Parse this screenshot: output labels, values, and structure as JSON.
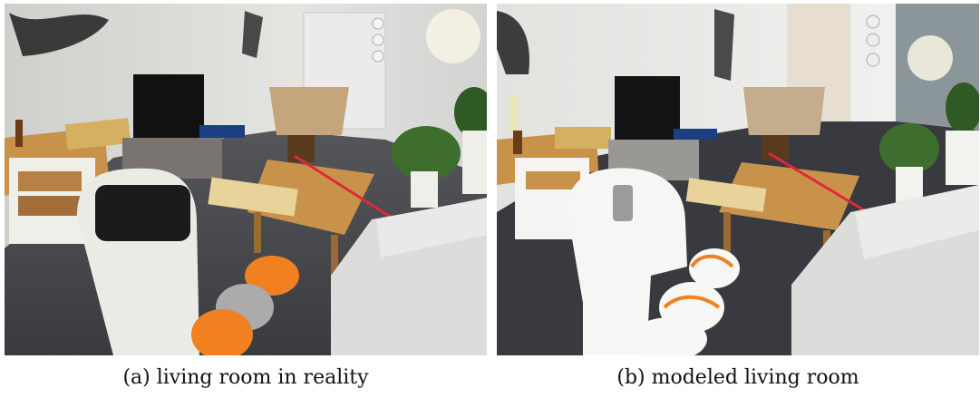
{
  "figure": {
    "panels": [
      {
        "caption": "(a) living room in reality",
        "scene": "photograph"
      },
      {
        "caption": "(b) modeled living room",
        "scene": "simulation-render"
      }
    ],
    "colors": {
      "wall_real": "#d9d9d6",
      "floor_real": "#4a4b4f",
      "wall_model": "#ececea",
      "floor_model": "#383a3f",
      "wood": "#c9924a",
      "robot_orange": "#f08020",
      "pointer_red": "#e0283a"
    }
  }
}
